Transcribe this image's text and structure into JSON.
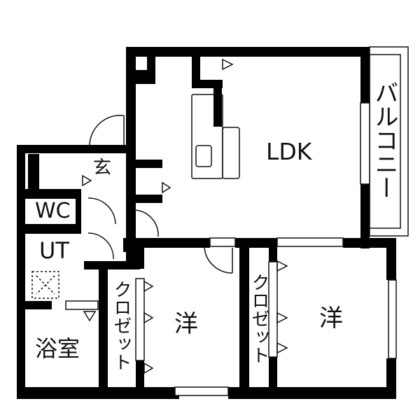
{
  "floor_plan": {
    "rooms": {
      "ldk": "LDK",
      "balcony": "バルコニー",
      "entrance": "玄",
      "wc": "WC",
      "utility": "UT",
      "bath": "浴室",
      "closet_1": "クロゼット",
      "western_1": "洋",
      "closet_2": "クロゼット",
      "western_2": "洋"
    },
    "colors": {
      "wall": "#000000",
      "background": "#ffffff",
      "line": "#111111"
    }
  }
}
